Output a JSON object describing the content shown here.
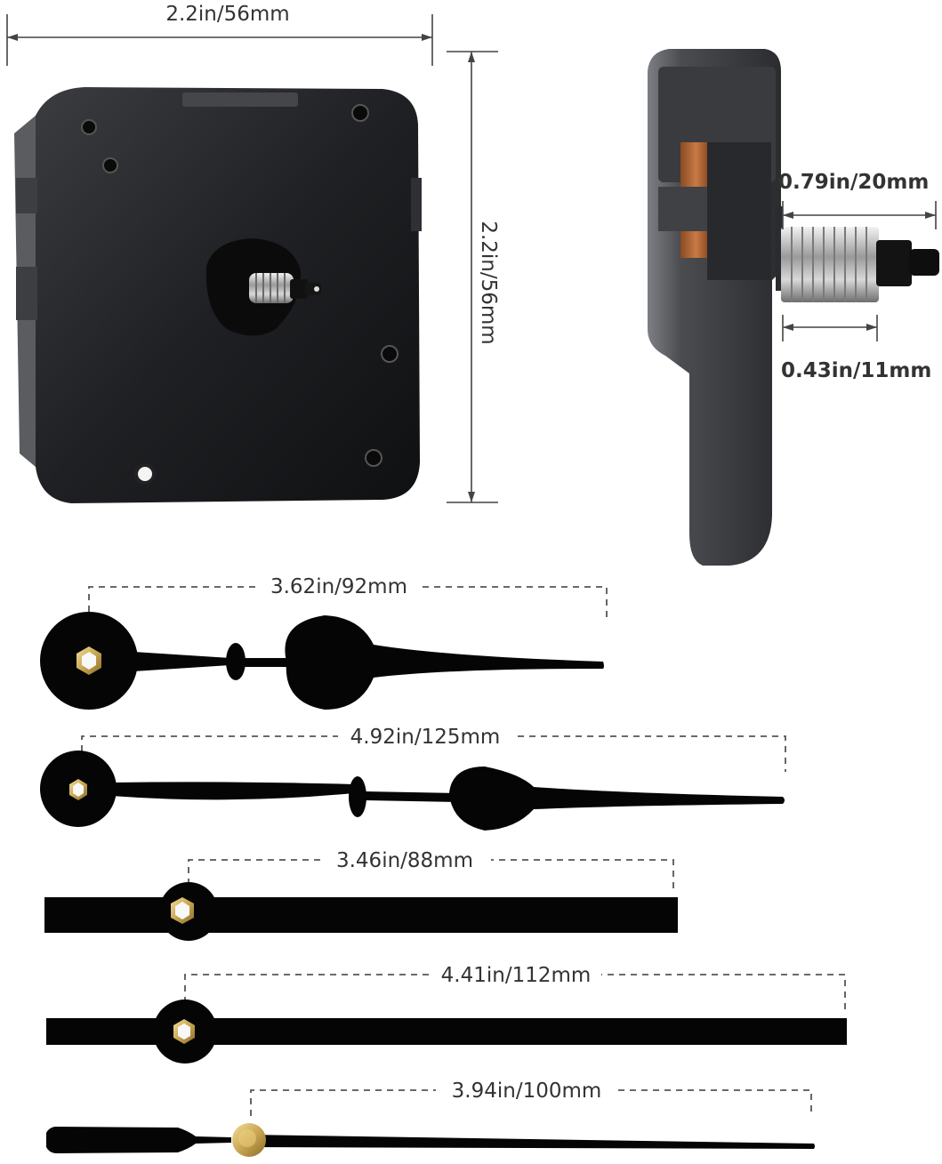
{
  "movement_front": {
    "width_label": "2.2in/56mm",
    "height_label": "2.2in/56mm"
  },
  "movement_side": {
    "shaft_length_label": "0.79in/20mm",
    "thread_length_label": "0.43in/11mm"
  },
  "hands": [
    {
      "label": "3.62in/92mm"
    },
    {
      "label": "4.92in/125mm"
    },
    {
      "label": "3.46in/88mm"
    },
    {
      "label": "4.41in/112mm"
    },
    {
      "label": "3.94in/100mm"
    }
  ],
  "colors": {
    "hand": "#050505",
    "movement_body": "#1e1f21",
    "brass": "#c9a653"
  }
}
